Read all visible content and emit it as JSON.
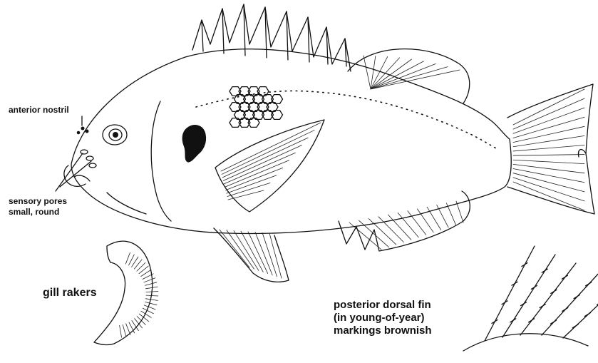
{
  "labels": {
    "anterior_nostril": "anterior nostril",
    "sensory_pores_line1": "sensory pores",
    "sensory_pores_line2": "small, round",
    "gill_rakers": "gill rakers",
    "posterior_dorsal_line1": "posterior dorsal fin",
    "posterior_dorsal_line2": "(in young-of-year)",
    "posterior_dorsal_line3": "markings brownish"
  },
  "colors": {
    "ink": "#111111",
    "paper": "#ffffff"
  }
}
